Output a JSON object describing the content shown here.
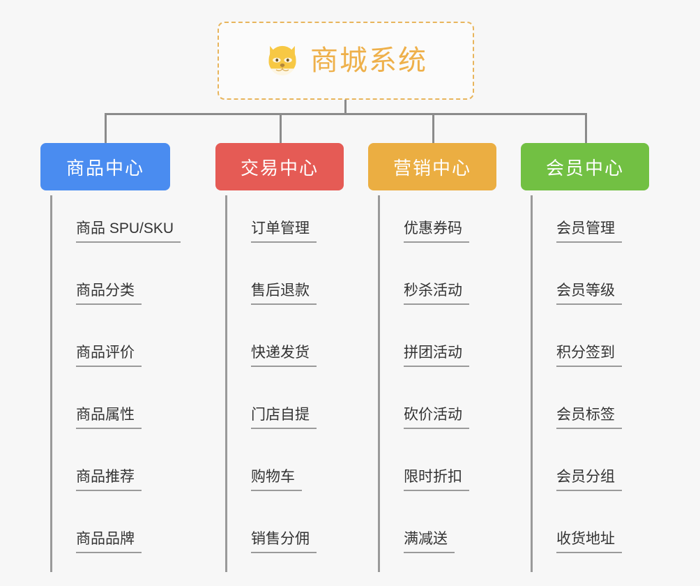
{
  "diagram": {
    "title": "商城系统",
    "type": "mindmap",
    "background_color": "#f7f7f7",
    "root": {
      "label": "商城系统",
      "icon": "dog-face-icon",
      "text_color": "#eeb04a",
      "border_color": "#e8b55c",
      "border_style": "dashed",
      "fill_color": "#fbfbfb"
    },
    "connector_color": "#8b8b8b",
    "branches": [
      {
        "label": "商品中心",
        "color": "#4a8cf0",
        "items": [
          "商品 SPU/SKU",
          "商品分类",
          "商品评价",
          "商品属性",
          "商品推荐",
          "商品品牌"
        ]
      },
      {
        "label": "交易中心",
        "color": "#e55b55",
        "items": [
          "订单管理",
          "售后退款",
          "快递发货",
          "门店自提",
          "购物车",
          "销售分佣"
        ]
      },
      {
        "label": "营销中心",
        "color": "#ebae42",
        "items": [
          "优惠券码",
          "秒杀活动",
          "拼团活动",
          "砍价活动",
          "限时折扣",
          "满减送"
        ]
      },
      {
        "label": "会员中心",
        "color": "#72c043",
        "items": [
          "会员管理",
          "会员等级",
          "积分签到",
          "会员标签",
          "会员分组",
          "收货地址"
        ]
      }
    ]
  }
}
